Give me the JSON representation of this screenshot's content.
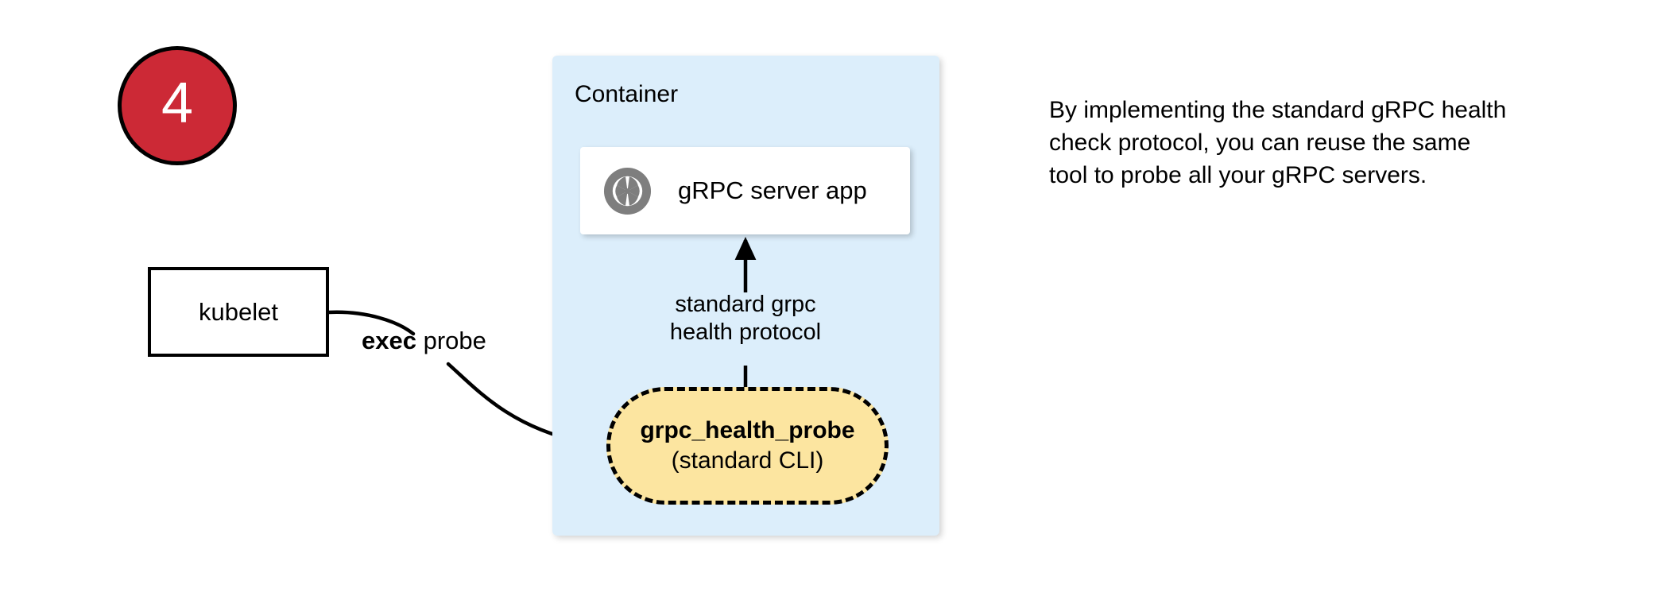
{
  "diagram": {
    "step_badge": {
      "number": "4",
      "fill_color": "#CC2936",
      "border_color": "#000000",
      "text_color": "#FFFFFF"
    },
    "kubelet": {
      "label": "kubelet"
    },
    "exec_probe_edge": {
      "label_bold": "exec",
      "label_rest": " probe"
    },
    "container": {
      "title": "Container",
      "fill_color": "#DCEEFB"
    },
    "server_app": {
      "label": "gRPC server app",
      "icon": "grpc-aperture-icon",
      "icon_color": "#7E7E7E"
    },
    "protocol_edge": {
      "line1": "standard grpc",
      "line2": "health protocol"
    },
    "health_probe": {
      "title": "grpc_health_probe",
      "subtitle": "(standard CLI)",
      "fill_color": "#FCE5A0",
      "border_style": "dashed"
    },
    "description": {
      "text": "By implementing the standard gRPC health check protocol, you can reuse the same tool to probe all your gRPC servers."
    }
  }
}
